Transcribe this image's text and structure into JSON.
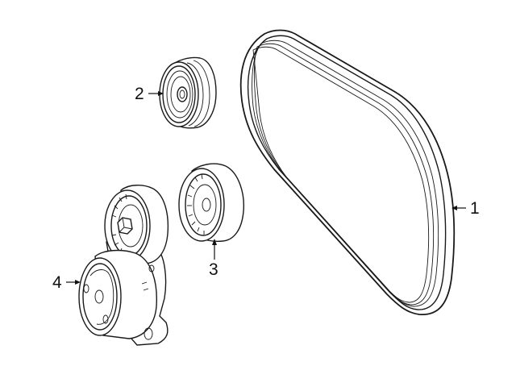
{
  "diagram": {
    "type": "exploded parts diagram",
    "subject": "serpentine drive belt and pulleys",
    "background_color": "#ffffff",
    "line_color": "#1a1a1a"
  },
  "callouts": [
    {
      "id": "1",
      "label": "1",
      "part": "drive-belt",
      "arrow": "left"
    },
    {
      "id": "2",
      "label": "2",
      "part": "idler-pulley-grooved",
      "arrow": "right"
    },
    {
      "id": "3",
      "label": "3",
      "part": "idler-pulley-smooth",
      "arrow": "up"
    },
    {
      "id": "4",
      "label": "4",
      "part": "belt-tensioner-assembly",
      "arrow": "right"
    }
  ]
}
